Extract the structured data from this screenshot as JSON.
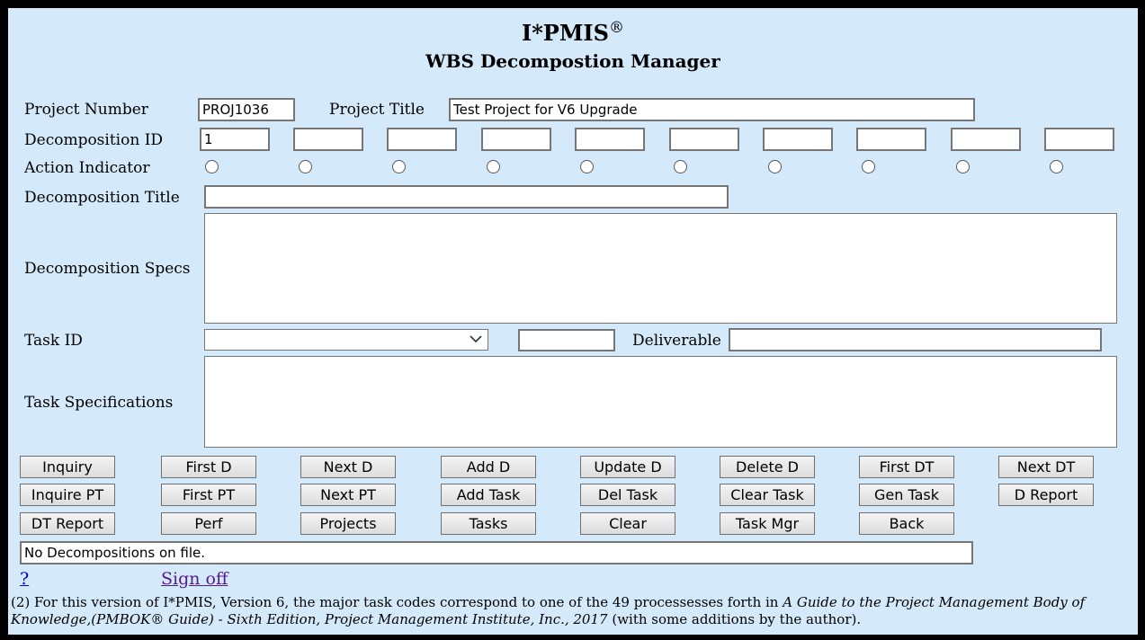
{
  "header": {
    "app_name": "I*PMIS",
    "registered_mark": "®",
    "subtitle": "WBS Decompostion Manager"
  },
  "labels": {
    "project_number": "Project Number",
    "project_title": "Project Title",
    "decomposition_id": "Decomposition ID",
    "action_indicator": "Action Indicator",
    "decomposition_title": "Decomposition Title",
    "decomposition_specs": "Decomposition Specs",
    "task_id": "Task ID",
    "deliverable": "Deliverable",
    "task_specifications": "Task Specifications"
  },
  "fields": {
    "project_number": "PROJ1036",
    "project_title": "Test Project for V6 Upgrade",
    "decomposition_ids": [
      "1",
      "",
      "",
      "",
      "",
      "",
      "",
      "",
      "",
      ""
    ],
    "decomposition_title": "",
    "task_id_selected": "",
    "task_code": "",
    "deliverable": ""
  },
  "buttons": {
    "row1": [
      "Inquiry",
      "First D",
      "Next D",
      "Add D",
      "Update D",
      "Delete D",
      "First DT",
      "Next DT"
    ],
    "row2": [
      "Inquire PT",
      "First PT",
      "Next PT",
      "Add Task",
      "Del Task",
      "Clear Task",
      "Gen Task",
      "D Report"
    ],
    "row3": [
      "DT Report",
      "Perf",
      "Projects",
      "Tasks",
      "Clear",
      "Task Mgr",
      "Back"
    ]
  },
  "status_message": "No Decompositions on file.",
  "links": {
    "help": "?",
    "sign_off": "Sign off"
  },
  "footnote": {
    "prefix": "(2) For this version of I*PMIS, Version 6, the major task codes correspond to one of the 49 processesses forth in ",
    "italic": "A Guide to the Project Management Body of Knowledge,(PMBOK® Guide) - Sixth Edition, Project Management Institute, Inc., 2017",
    "suffix": " (with some additions by the author)."
  }
}
